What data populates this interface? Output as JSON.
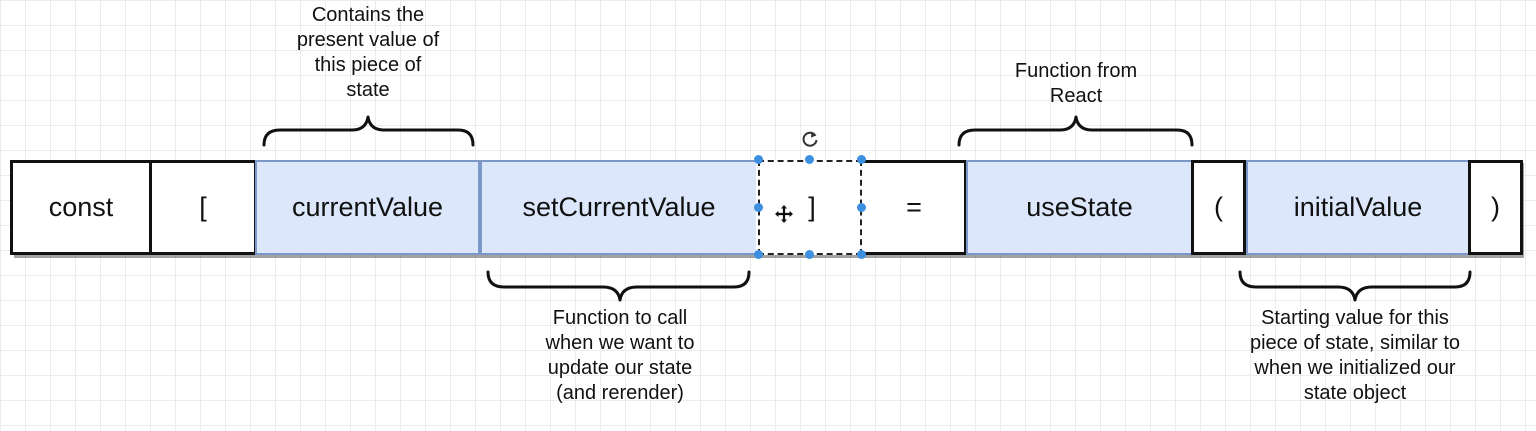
{
  "code_line": {
    "const": "const",
    "open_bracket": "[",
    "current_value": "currentValue",
    "set_current_value": "setCurrentValue",
    "close_bracket": "]",
    "equals": "=",
    "use_state": "useState",
    "open_paren": "(",
    "initial_value": "initialValue",
    "close_paren": ")"
  },
  "annotations": {
    "current_value": [
      "Contains the",
      "present value of",
      "this piece of",
      "state"
    ],
    "set_current_value": [
      "Function to call",
      "when we want to",
      "update our state",
      "(and rerender)"
    ],
    "use_state": [
      "Function from",
      "React"
    ],
    "initial_value": [
      "Starting value for this",
      "piece of state, similar to",
      "when we initialized our",
      "state object"
    ]
  },
  "colors": {
    "highlight_fill": "#dce7fb",
    "highlight_border": "#7c97c9",
    "selection_handle": "#3d8fe0"
  },
  "icons": {
    "rotate": "rotate-icon",
    "move": "move-cursor-icon"
  }
}
